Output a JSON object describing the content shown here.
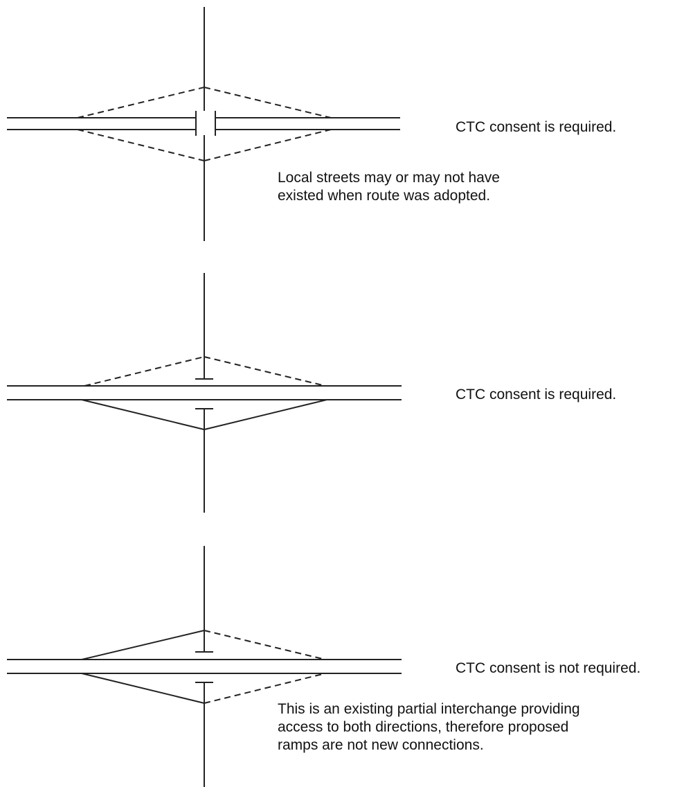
{
  "panels": [
    {
      "caption": "CTC consent is required.",
      "note_lines": [
        "Local streets may or may not have",
        "existed when route was adopted."
      ]
    },
    {
      "caption": "CTC consent is required.",
      "note_lines": []
    },
    {
      "caption": "CTC consent is not required.",
      "note_lines": [
        "This is an existing partial interchange providing",
        "access to both directions, therefore proposed",
        "ramps are not new connections."
      ]
    }
  ],
  "colors": {
    "line": "#222222",
    "text": "#111111",
    "background": "#ffffff"
  }
}
